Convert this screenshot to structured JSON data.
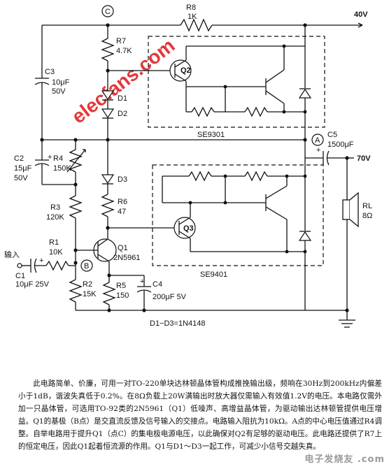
{
  "labels": {
    "node_c": "C",
    "node_a": "A",
    "node_b": "B",
    "r8_name": "R8",
    "r8_value": "1K",
    "v40": "40V",
    "r7_name": "R7",
    "r7_value": "4.7K",
    "c3_name": "C3",
    "c3_value": "10μF",
    "c3_voltage": "50V",
    "q2": "Q2",
    "d1": "D1",
    "d2": "D2",
    "se9301": "SE9301",
    "c5_name": "C5",
    "c5_value": "1500μF",
    "v70": "70V",
    "c2_name": "C2",
    "c2_value": "15μF",
    "c2_voltage": "50V",
    "r4_name": "R4",
    "r4_value": "150K",
    "d3": "D3",
    "r6_name": "R6",
    "r6_value": "47",
    "rl_name": "RL",
    "rl_value": "8Ω",
    "r3_name": "R3",
    "r3_value": "120K",
    "q3": "Q3",
    "r1_name": "R1",
    "r1_value": "10K",
    "q1_name": "Q1",
    "q1_part": "2N5961",
    "input": "输入",
    "c1_name": "C1",
    "c1_value": "10μF 25V",
    "se9401": "SE9401",
    "r2_name": "R2",
    "r2_value": "15K",
    "r5_name": "R5",
    "r5_value": "150",
    "c4_name": "C4",
    "c4_value": "200μF 5V",
    "diodes_note": "D1−D3=1N4148",
    "watermark": "elecfans.com"
  },
  "description": "此电路简单、价廉，可用一对TO-220单块达林顿晶体管构成推挽输出级，频响在30Hz到200kHz内偏差小于1dB，谐波失真低于0.2%。在8Ω负载上20W满输出时放大器仅需输入有效值1.2V的电压。本电路仅需外加一只晶体管，可选用TO-92类的2N5961（Q1）低噪声、高增益晶体管，为驱动输出达林顿管提供电压增益。Q1的基极（B点）是交直流反馈及信号输入的交接点。电路输入阻抗为10kΩ。A点的中心电压值通过R4调整。自举电路用于提升Q1（点C）的集电极电源电压，以此确保对Q2有足够的驱动电压。此电路还提供了R7上的恒定电压，因此Q1起着恒流源的作用。Q1与D1～D3一起工作，可减少小信号交越失真。",
  "logo": "电子发烧友 .com"
}
